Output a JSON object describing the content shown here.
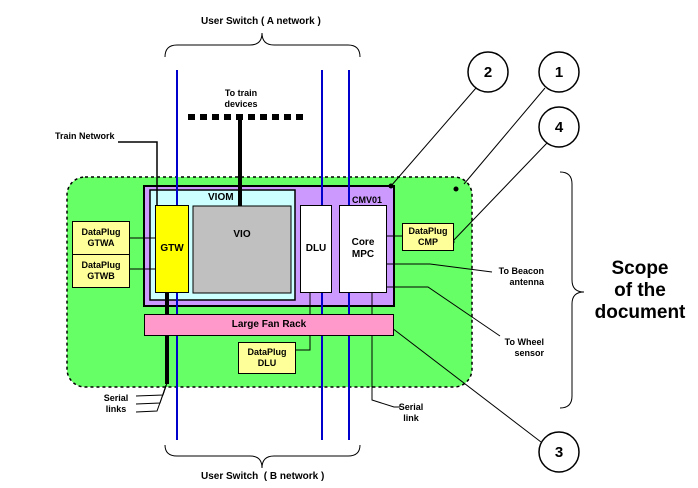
{
  "top_switch_label": "User Switch ( A network )",
  "bottom_switch_label": "User Switch  ( B network )",
  "to_train_devices": [
    "To train",
    "devices"
  ],
  "train_network_label": "Train Network",
  "viom_label": "VIOM",
  "cmv01_label": "CMV01",
  "gtw_label": "GTW",
  "vio_label": "VIO",
  "dlu_label": "DLU",
  "core_mpc_label": [
    "Core",
    "MPC"
  ],
  "dataplug_gtwa": [
    "DataPlug",
    "GTWA"
  ],
  "dataplug_gtwb": [
    "DataPlug",
    "GTWB"
  ],
  "dataplug_cmp": [
    "DataPlug",
    "CMP"
  ],
  "dataplug_dlu": [
    "DataPlug",
    "DLU"
  ],
  "large_fan_rack_label": "Large Fan Rack",
  "to_beacon_antenna": [
    "To Beacon",
    "antenna"
  ],
  "to_wheel_sensor": [
    "To Wheel",
    "sensor"
  ],
  "serial_links_left": [
    "Serial",
    "links"
  ],
  "serial_link_right": [
    "Serial",
    "link"
  ],
  "scope_label": [
    "Scope",
    "of the",
    "document"
  ],
  "callouts": [
    "2",
    "1",
    "4",
    "3"
  ],
  "colors": {
    "scope_green": "#66ff66",
    "cmv01_purple": "#cc99ff",
    "viom_cyan": "#ccffff",
    "gtw_yellow": "#ffff00",
    "dataplug_yellow": "#ffff99",
    "vio_gray": "#c0c0c0",
    "fan_rack_pink": "#ff99cc",
    "switch_blue": "#0000cc"
  }
}
